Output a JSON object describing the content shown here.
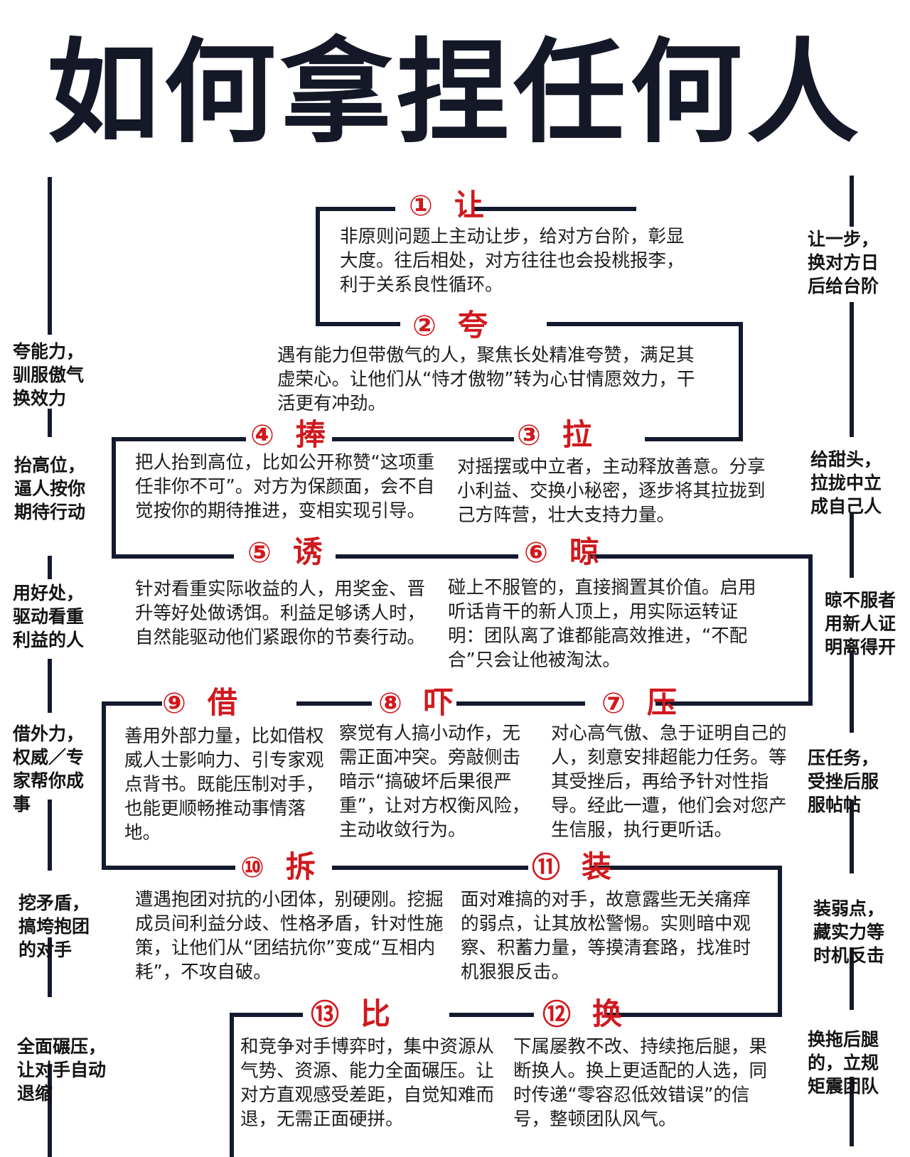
{
  "title": "如何拿捏任何人",
  "sections": [
    {
      "num": "①",
      "char": "让",
      "text": "非原则问题上主动让步，给对方台阶，彰显大度。往后相处，对方往往也会投桃报李，利于关系良性循环。"
    },
    {
      "num": "②",
      "char": "夸",
      "text": "遇有能力但带傲气的人，聚焦长处精准夸赞，满足其虚荣心。让他们从“恃才傲物”转为心甘情愿效力，干活更有冲劲。"
    },
    {
      "num": "③",
      "char": "拉",
      "text": "对摇摆或中立者，主动释放善意。分享小利益、交换小秘密，逐步将其拉拢到己方阵营，壮大支持力量。"
    },
    {
      "num": "④",
      "char": "捧",
      "text": "把人抬到高位，比如公开称赞“这项重任非你不可”。对方为保颜面，会不自觉按你的期待推进，变相实现引导。"
    },
    {
      "num": "⑤",
      "char": "诱",
      "text": "针对看重实际收益的人，用奖金、晋升等好处做诱饵。利益足够诱人时，自然能驱动他们紧跟你的节奏行动。"
    },
    {
      "num": "⑥",
      "char": "晾",
      "text": "碰上不服管的，直接搁置其价值。启用听话肯干的新人顶上，用实际运转证明：团队离了谁都能高效推进，“不配合”只会让他被淘汰。"
    },
    {
      "num": "⑦",
      "char": "压",
      "text": "对心高气傲、急于证明自己的人，刻意安排超能力任务。等其受挫后，再给予针对性指导。经此一遭，他们会对您产生信服，执行更听话。"
    },
    {
      "num": "⑧",
      "char": "吓",
      "text": "察觉有人搞小动作，无需正面冲突。旁敲侧击暗示“搞破坏后果很严重”，让对方权衡风险，主动收敛行为。"
    },
    {
      "num": "⑨",
      "char": "借",
      "text": "善用外部力量，比如借权威人士影响力、引专家观点背书。既能压制对手，也能更顺畅推动事情落地。"
    },
    {
      "num": "⑩",
      "char": "拆",
      "text": "遭遇抱团对抗的小团体，别硬刚。挖掘成员间利益分歧、性格矛盾，针对性施策，让他们从“团结抗你”变成“互相内耗”，不攻自破。"
    },
    {
      "num": "⑪",
      "char": "装",
      "text": "面对难搞的对手，故意露些无关痛痒的弱点，让其放松警惕。实则暗中观察、积蓄力量，等摸清套路，找准时机狠狠反击。"
    },
    {
      "num": "⑫",
      "char": "换",
      "text": "下属屡教不改、持续拖后腿，果断换人。换上更适配的人选，同时传递“零容忍低效错误”的信号，整顿团队风气。"
    },
    {
      "num": "⑬",
      "char": "比",
      "text": "和竞争对手博弈时，集中资源从气势、资源、能力全面碾压。让对方直观感受差距，自觉知难而退，无需正面硬拼。"
    }
  ],
  "left_notes": [
    "夸能力，驯服傲气换效力",
    "抬高位，逼人按你期待行动",
    "用好处，驱动看重利益的人",
    "借外力，权威／专家帮你成事",
    "挖矛盾，搞垮抱团的对手",
    "全面碾压，让对手自动退缩"
  ],
  "right_notes": [
    "让一步，换对方日后给台阶",
    "给甜头，拉拢中立成自己人",
    "晾不服者用新人证明离得开",
    "压任务，受挫后服服帖帖",
    "装弱点，藏实力等时机反击",
    "换拖后腿的，立规矩震团队"
  ]
}
